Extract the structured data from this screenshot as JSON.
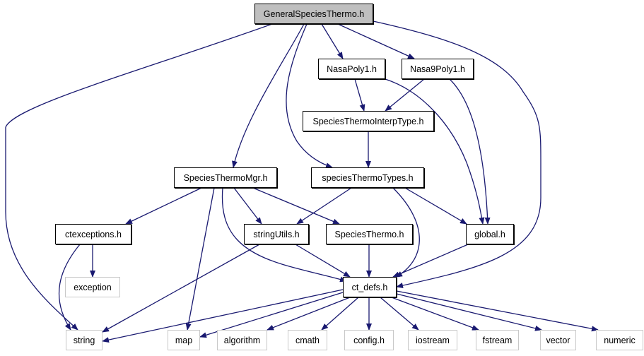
{
  "diagram": {
    "title": "Include dependency graph for GeneralSpeciesThermo.h",
    "edge_color": "#191970",
    "root_fill": "#bfbfbf",
    "external_border": "#c8c8c8",
    "nodes": [
      {
        "id": "GeneralSpeciesThermo",
        "label": "GeneralSpeciesThermo.h",
        "kind": "root"
      },
      {
        "id": "NasaPoly1",
        "label": "NasaPoly1.h",
        "kind": "internal"
      },
      {
        "id": "Nasa9Poly1",
        "label": "Nasa9Poly1.h",
        "kind": "internal"
      },
      {
        "id": "SpeciesThermoInterpType",
        "label": "SpeciesThermoInterpType.h",
        "kind": "internal"
      },
      {
        "id": "SpeciesThermoMgr",
        "label": "SpeciesThermoMgr.h",
        "kind": "internal"
      },
      {
        "id": "speciesThermoTypes",
        "label": "speciesThermoTypes.h",
        "kind": "internal"
      },
      {
        "id": "ctexceptions",
        "label": "ctexceptions.h",
        "kind": "internal"
      },
      {
        "id": "stringUtils",
        "label": "stringUtils.h",
        "kind": "internal"
      },
      {
        "id": "SpeciesThermo",
        "label": "SpeciesThermo.h",
        "kind": "internal"
      },
      {
        "id": "global",
        "label": "global.h",
        "kind": "internal"
      },
      {
        "id": "exception",
        "label": "exception",
        "kind": "external"
      },
      {
        "id": "ct_defs",
        "label": "ct_defs.h",
        "kind": "internal"
      },
      {
        "id": "string",
        "label": "string",
        "kind": "external"
      },
      {
        "id": "map",
        "label": "map",
        "kind": "external"
      },
      {
        "id": "algorithm",
        "label": "algorithm",
        "kind": "external"
      },
      {
        "id": "cmath",
        "label": "cmath",
        "kind": "external"
      },
      {
        "id": "config",
        "label": "config.h",
        "kind": "external"
      },
      {
        "id": "iostream",
        "label": "iostream",
        "kind": "external"
      },
      {
        "id": "fstream",
        "label": "fstream",
        "kind": "external"
      },
      {
        "id": "vector",
        "label": "vector",
        "kind": "external"
      },
      {
        "id": "numeric",
        "label": "numeric",
        "kind": "external"
      }
    ],
    "edges": [
      [
        "GeneralSpeciesThermo",
        "string"
      ],
      [
        "GeneralSpeciesThermo",
        "SpeciesThermoMgr"
      ],
      [
        "GeneralSpeciesThermo",
        "speciesThermoTypes"
      ],
      [
        "GeneralSpeciesThermo",
        "NasaPoly1"
      ],
      [
        "GeneralSpeciesThermo",
        "Nasa9Poly1"
      ],
      [
        "GeneralSpeciesThermo",
        "ct_defs"
      ],
      [
        "NasaPoly1",
        "SpeciesThermoInterpType"
      ],
      [
        "NasaPoly1",
        "global"
      ],
      [
        "Nasa9Poly1",
        "SpeciesThermoInterpType"
      ],
      [
        "Nasa9Poly1",
        "global"
      ],
      [
        "SpeciesThermoInterpType",
        "speciesThermoTypes"
      ],
      [
        "SpeciesThermoMgr",
        "ctexceptions"
      ],
      [
        "SpeciesThermoMgr",
        "map"
      ],
      [
        "SpeciesThermoMgr",
        "ct_defs"
      ],
      [
        "SpeciesThermoMgr",
        "stringUtils"
      ],
      [
        "SpeciesThermoMgr",
        "SpeciesThermo"
      ],
      [
        "speciesThermoTypes",
        "stringUtils"
      ],
      [
        "speciesThermoTypes",
        "ct_defs"
      ],
      [
        "speciesThermoTypes",
        "global"
      ],
      [
        "ctexceptions",
        "string"
      ],
      [
        "ctexceptions",
        "exception"
      ],
      [
        "stringUtils",
        "string"
      ],
      [
        "stringUtils",
        "ct_defs"
      ],
      [
        "SpeciesThermo",
        "ct_defs"
      ],
      [
        "global",
        "ct_defs"
      ],
      [
        "ct_defs",
        "string"
      ],
      [
        "ct_defs",
        "map"
      ],
      [
        "ct_defs",
        "algorithm"
      ],
      [
        "ct_defs",
        "cmath"
      ],
      [
        "ct_defs",
        "config"
      ],
      [
        "ct_defs",
        "iostream"
      ],
      [
        "ct_defs",
        "fstream"
      ],
      [
        "ct_defs",
        "vector"
      ],
      [
        "ct_defs",
        "numeric"
      ]
    ]
  }
}
